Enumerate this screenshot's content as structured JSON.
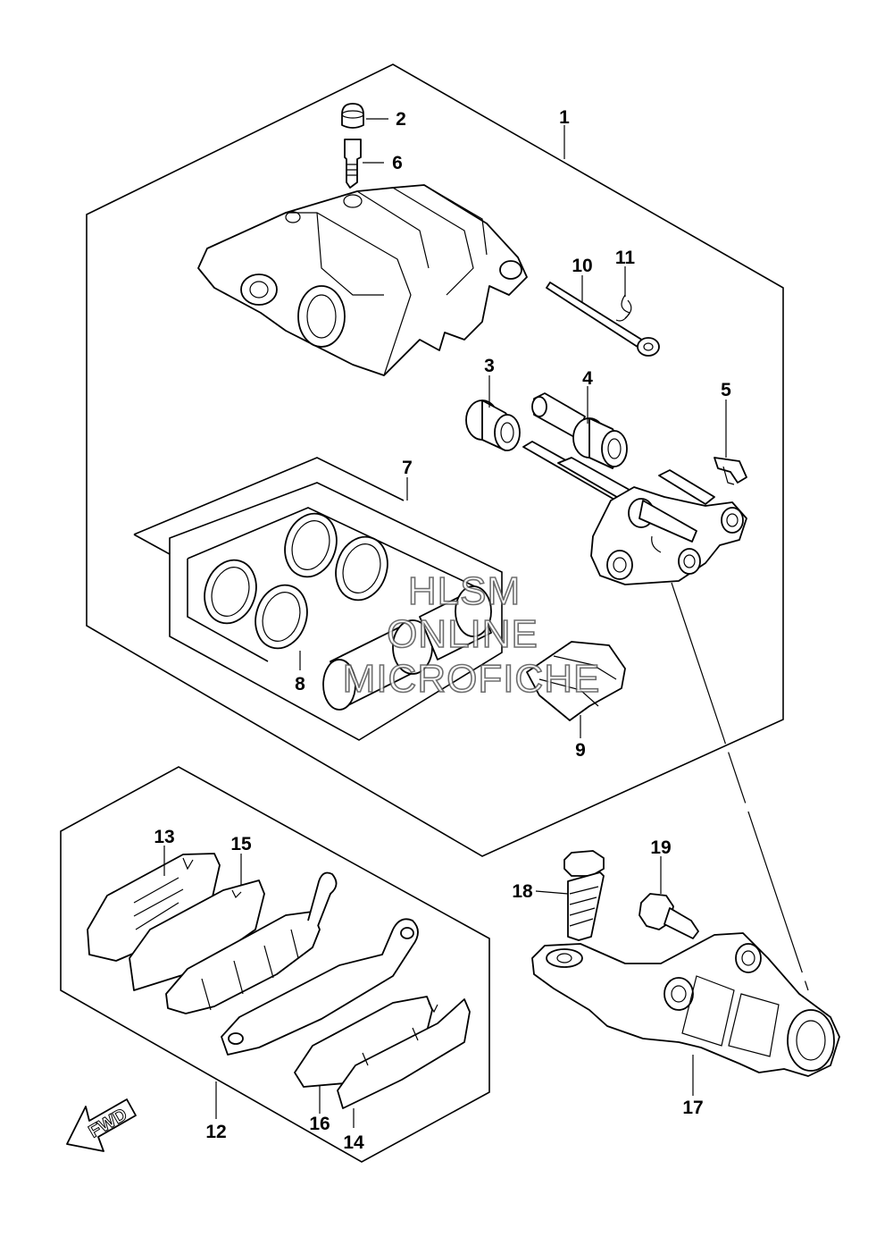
{
  "diagram": {
    "callouts": {
      "c1": "1",
      "c2": "2",
      "c3": "3",
      "c4": "4",
      "c5": "5",
      "c6": "6",
      "c7": "7",
      "c8": "8",
      "c9": "9",
      "c10": "10",
      "c11": "11",
      "c12": "12",
      "c13": "13",
      "c14": "14",
      "c15": "15",
      "c16": "16",
      "c17": "17",
      "c18": "18",
      "c19": "19"
    },
    "watermark": {
      "line1": "HLSM",
      "line2": "ONLINE",
      "line3": "MICROFICHE"
    },
    "direction_label": "FWD"
  }
}
